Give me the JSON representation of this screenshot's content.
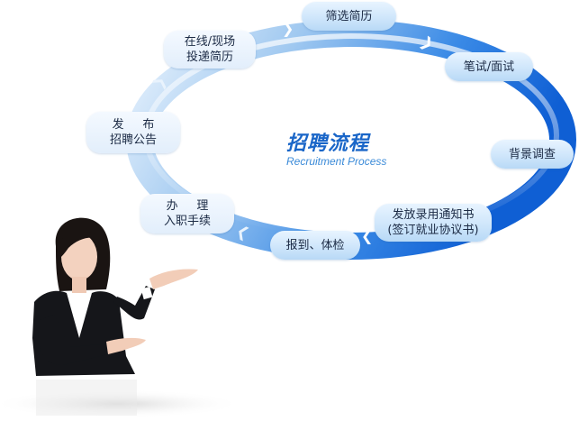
{
  "diagram": {
    "title": "招聘流程",
    "subtitle": "Recruitment Process",
    "steps": [
      {
        "lines": [
          "筛选简历"
        ]
      },
      {
        "lines": [
          "笔试/面试"
        ]
      },
      {
        "lines": [
          "背景调查"
        ]
      },
      {
        "lines": [
          "发放录用通知书",
          "(签订就业协议书)"
        ]
      },
      {
        "lines": [
          "报到、体检"
        ]
      },
      {
        "lines": [
          "办     理",
          "入职手续"
        ]
      },
      {
        "lines": [
          "发     布",
          "招聘公告"
        ]
      },
      {
        "lines": [
          "在线/现场",
          "投递简历"
        ]
      }
    ],
    "colors": {
      "ring_dark": "#1565d8",
      "ring_light": "#cfe3f8",
      "title": "#1a66c8",
      "pill_bg": "#d6eafb"
    },
    "icons": [
      "chevron-right-icon",
      "chevron-down-icon",
      "chevron-left-icon"
    ]
  }
}
